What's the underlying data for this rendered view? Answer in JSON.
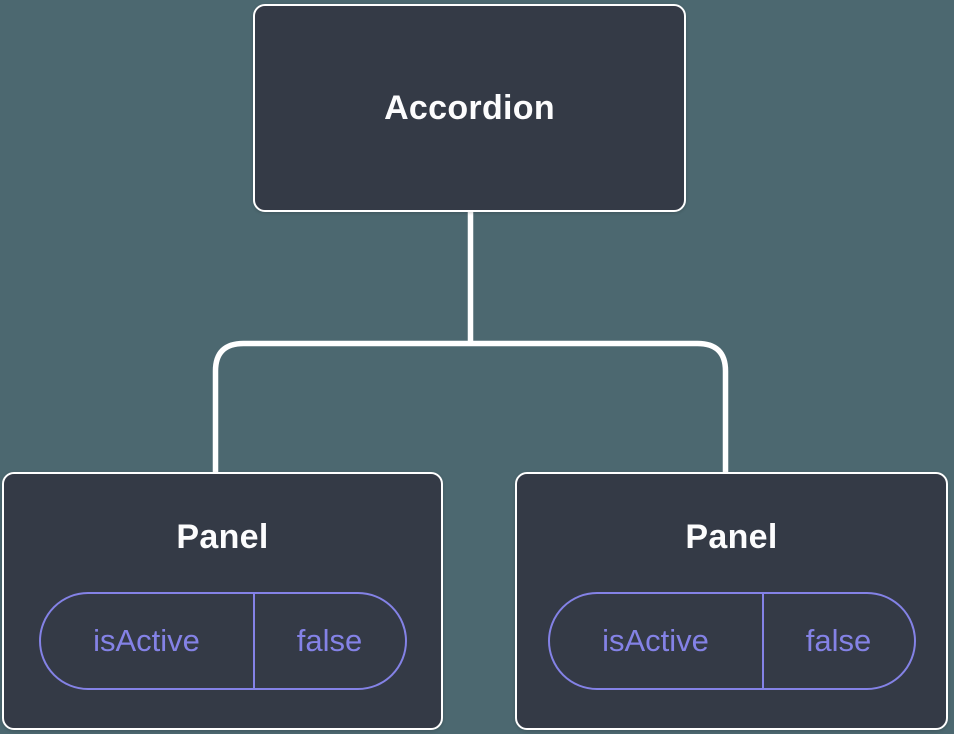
{
  "colors": {
    "background": "#4C6870",
    "node_fill": "#343A46",
    "node_border": "#FFFFFF",
    "accent_purple": "#8482E6",
    "text_white": "#FCFCFD"
  },
  "tree": {
    "root": {
      "label": "Accordion"
    },
    "children": [
      {
        "label": "Panel",
        "state": {
          "key": "isActive",
          "value": "false"
        }
      },
      {
        "label": "Panel",
        "state": {
          "key": "isActive",
          "value": "false"
        }
      }
    ]
  }
}
